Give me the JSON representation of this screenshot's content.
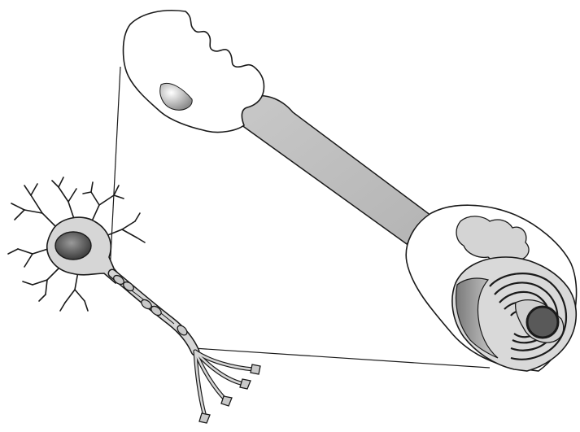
{
  "diagram": {
    "labels": [],
    "parts": [
      "neuron-cell-body",
      "nucleus",
      "dendrites",
      "axon",
      "myelin-sheath-segments",
      "axon-terminals",
      "schwann-cell",
      "schwann-cell-nucleus",
      "myelin-spiral-wrap",
      "axon-cross-section"
    ],
    "colors": {
      "outline": "#1a1a1a",
      "cell_fill": "#ffffff",
      "light_gray": "#d9d9d9",
      "mid_gray": "#bdbdbd",
      "dark_gray": "#4a4a4a",
      "axon_core": "#595959"
    }
  }
}
